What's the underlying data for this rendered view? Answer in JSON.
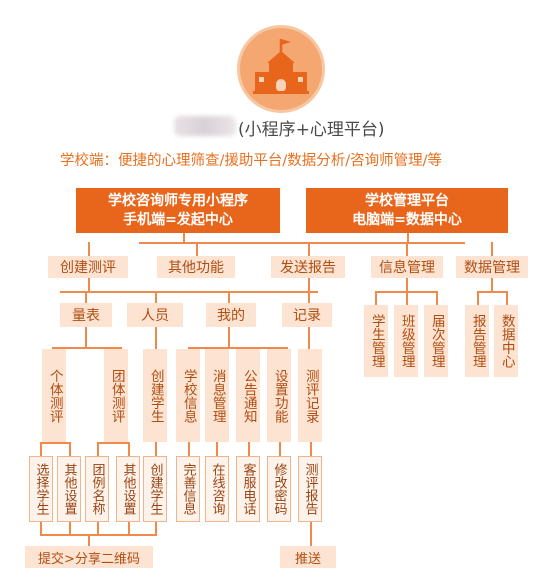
{
  "header": {
    "title_suffix": "(小程序+心理平台)",
    "subtitle": "学校端：便捷的心理筛查/援助平台/数据分析/咨询师管理/等"
  },
  "branch_left": {
    "line1": "学校咨询师专用小程序",
    "line2": "手机端=发起中心",
    "groups": [
      "创建测评",
      "其他功能",
      "发送报告"
    ],
    "sub": [
      "量表",
      "人员",
      "我的",
      "记录"
    ],
    "items": [
      "个体测评",
      "团体测评",
      "创建学生",
      "学校信息",
      "消息管理",
      "公告通知",
      "设置功能",
      "测评记录"
    ],
    "leaves": [
      "选择学生",
      "其他设置",
      "团例名称",
      "其他设置",
      "创建学生",
      "完善信息",
      "在线咨询",
      "客服电话",
      "修改密码",
      "测评报告"
    ],
    "footer_left": "提交>分享二维码",
    "footer_right": "推送"
  },
  "branch_right": {
    "line1": "学校管理平台",
    "line2": "电脑端=数据中心",
    "groups": [
      "信息管理",
      "数据管理"
    ],
    "items": [
      "学生管理",
      "班级管理",
      "届次管理",
      "报告管理",
      "数据中心"
    ]
  },
  "colors": {
    "primary": "#e8661c",
    "light": "#fde3d2",
    "line": "#f08a4b"
  }
}
